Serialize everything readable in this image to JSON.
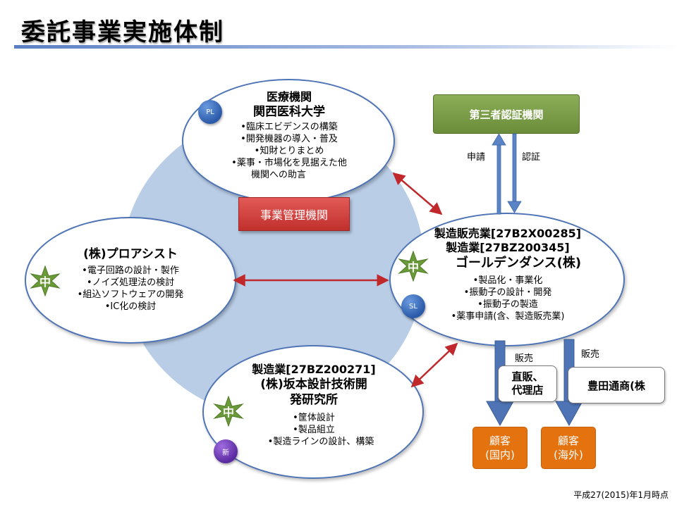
{
  "title": "委託事業実施体制",
  "top_node": {
    "line1": "医療機関",
    "line2": "関西医科大学",
    "items": [
      "•臨床エビデンスの構築",
      "•開発機器の導入・普及",
      "•知財とりまとめ",
      "•薬事・市場化を見据えた他",
      "機関への助言"
    ],
    "badge": "PL"
  },
  "management_box": "事業管理機関",
  "left_node": {
    "name": "(株)プロアシスト",
    "items": [
      "•電子回路の設計・製作",
      "•ノイズ処理法の検討",
      "•組込ソフトウェアの開発",
      "•IC化の検討"
    ],
    "star": "中"
  },
  "right_node": {
    "line1": "製造販売業[27B2X00285]",
    "line2": "製造業[27BZ200345]",
    "line3": "ゴールデンダンス(株)",
    "items": [
      "•製品化・事業化",
      "•振動子の設計・開発",
      "•振動子の製造",
      "•薬事申請(含、製造販売業)"
    ],
    "star": "中",
    "badge": "SL"
  },
  "bottom_node": {
    "line1": "製造業[27BZ200271]",
    "line2": "(株)坂本設計技術開",
    "line3": "発研究所",
    "items": [
      "•筐体設計",
      "•製品組立",
      "•製造ラインの設計、構築"
    ],
    "star": "中",
    "badge": "新"
  },
  "third_party": "第三者認証機関",
  "arrow_labels": {
    "apply": "申請",
    "certify": "認証",
    "sales1": "販売",
    "sales2": "販売"
  },
  "direct_sales": [
    "直販、",
    "代理店"
  ],
  "toyota": "豊田通商(株",
  "customers": [
    {
      "line1": "顧客",
      "line2": "(国内)"
    },
    {
      "line1": "顧客",
      "line2": "(海外)"
    }
  ],
  "footer": "平成27(2015)年1月時点",
  "colors": {
    "ellipse_border": "#4f74b5",
    "big_circle": "#b9cde6",
    "management": "#c0302d",
    "third_party": "#6b8c3a",
    "customer": "#e4720f",
    "blue_arrow": "#4f74b5",
    "red_arrow": "#c0282c",
    "star": "#6b9a3a"
  }
}
